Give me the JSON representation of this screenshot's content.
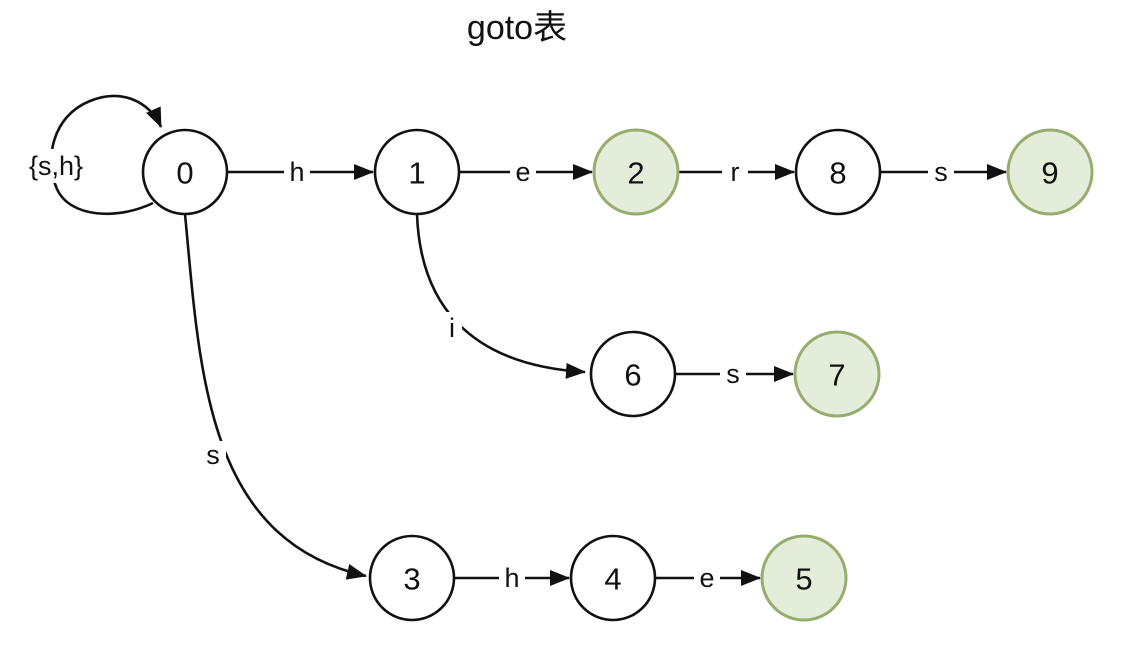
{
  "title": "goto表",
  "colors": {
    "background": "#ffffff",
    "node_fill": "#ffffff",
    "node_stroke": "#111111",
    "accept_fill": "#e3edd9",
    "accept_stroke": "#97ad6d",
    "edge": "#111111",
    "text": "#111111"
  },
  "nodes": [
    {
      "label": "0",
      "type": "normal"
    },
    {
      "label": "1",
      "type": "normal"
    },
    {
      "label": "2",
      "type": "accept"
    },
    {
      "label": "3",
      "type": "normal"
    },
    {
      "label": "4",
      "type": "normal"
    },
    {
      "label": "5",
      "type": "accept"
    },
    {
      "label": "6",
      "type": "normal"
    },
    {
      "label": "7",
      "type": "accept"
    },
    {
      "label": "8",
      "type": "normal"
    },
    {
      "label": "9",
      "type": "accept"
    }
  ],
  "edges": [
    {
      "from": "0",
      "to": "0",
      "label": "{s,h}"
    },
    {
      "from": "0",
      "to": "1",
      "label": "h"
    },
    {
      "from": "1",
      "to": "2",
      "label": "e"
    },
    {
      "from": "2",
      "to": "8",
      "label": "r"
    },
    {
      "from": "8",
      "to": "9",
      "label": "s"
    },
    {
      "from": "1",
      "to": "6",
      "label": "i"
    },
    {
      "from": "6",
      "to": "7",
      "label": "s"
    },
    {
      "from": "0",
      "to": "3",
      "label": "s"
    },
    {
      "from": "3",
      "to": "4",
      "label": "h"
    },
    {
      "from": "4",
      "to": "5",
      "label": "e"
    }
  ]
}
